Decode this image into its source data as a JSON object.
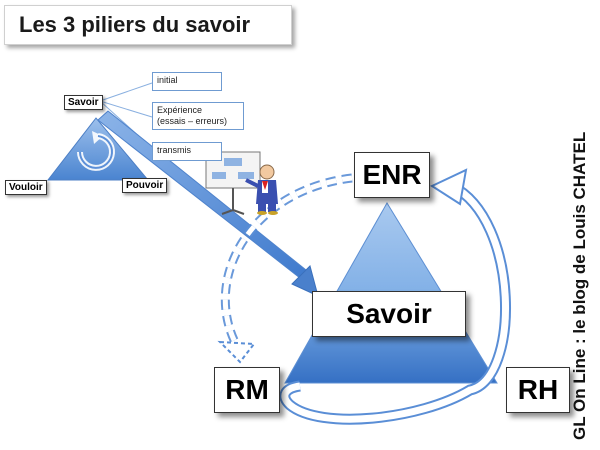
{
  "title": "Les 3 piliers du savoir",
  "credit": "GL On Line : le blog de Louis CHATEL",
  "small_triangle": {
    "top": "Savoir",
    "left": "Vouloir",
    "right": "Pouvoir",
    "savoir_sources": [
      "initial",
      "Expérience (essais – erreurs)",
      "transmis"
    ],
    "experience_line1": "Expérience",
    "experience_line2": "(essais – erreurs)"
  },
  "big_triangle": {
    "top": "ENR",
    "center": "Savoir",
    "left": "RM",
    "right": "RH"
  },
  "colors": {
    "triangle_top": "#9cc0ec",
    "triangle_bottom": "#3a78c8",
    "arrow": "#5a8ed6",
    "border": "#333333"
  }
}
